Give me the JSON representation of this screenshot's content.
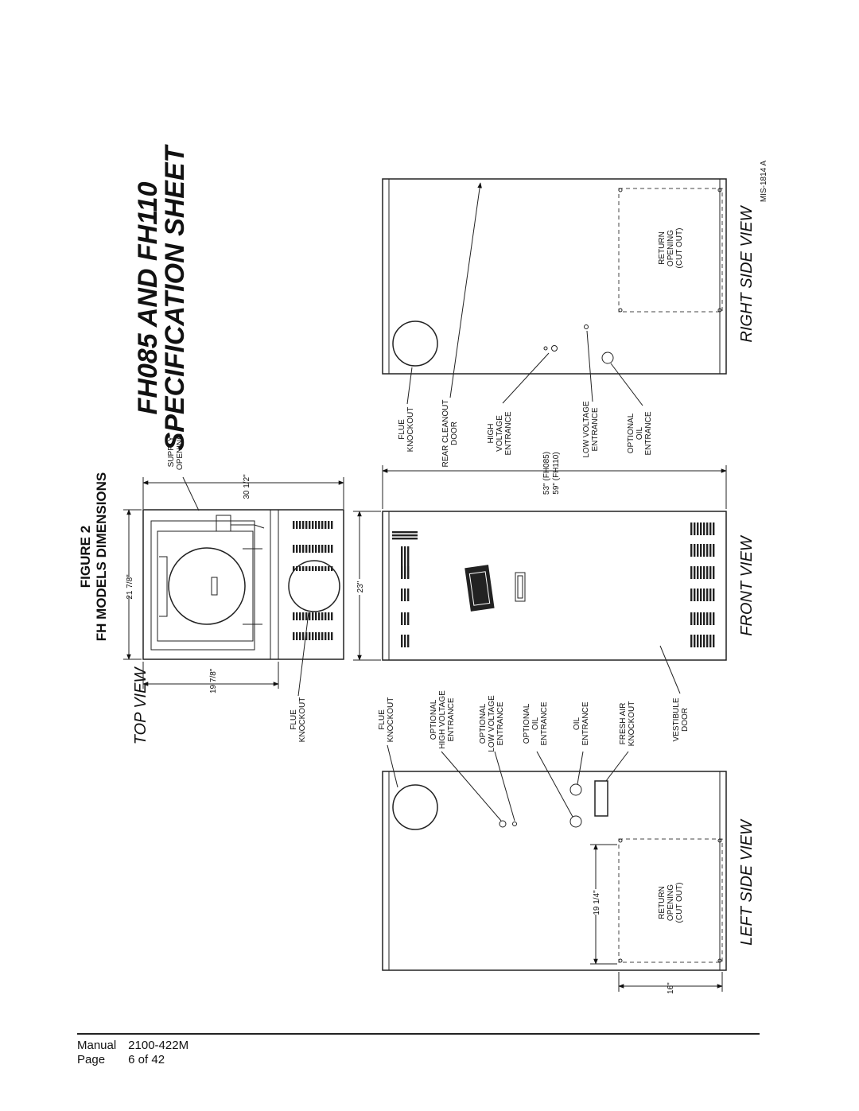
{
  "figure": {
    "number": "FIGURE  2",
    "subtitle": "FH MODELS DIMENSIONS"
  },
  "sheet_title": {
    "line1": "FH085 AND FH110",
    "line2": "SPECIFICATION SHEET"
  },
  "drawing_id": "MIS-1814 A",
  "views": {
    "top": "TOP VIEW",
    "front": "FRONT VIEW",
    "left": "LEFT SIDE VIEW",
    "right": "RIGHT SIDE VIEW"
  },
  "dimensions": {
    "top_depth": "21 7/8\"",
    "top_flue_offset": "19 7/8\"",
    "top_width": "30 1/2\"",
    "front_width": "23\"",
    "height_fh085": "53\" (FH085)",
    "height_fh110": "59\" (FH110)",
    "return_height": "19 1/4\"",
    "return_offset": "16\""
  },
  "callouts": {
    "supply_opening": [
      "SUPPLY",
      "OPENING"
    ],
    "top_flue_knockout": [
      "FLUE",
      "KNOCKOUT"
    ],
    "left_flue_knockout": [
      "FLUE",
      "KNOCKOUT"
    ],
    "opt_high_voltage": [
      "OPTIONAL",
      "HIGH VOLTAGE",
      "ENTRANCE"
    ],
    "opt_low_voltage": [
      "OPTIONAL",
      "LOW VOLTAGE",
      "ENTRANCE"
    ],
    "opt_oil_left": [
      "OPTIONAL",
      "OIL",
      "ENTRANCE"
    ],
    "oil_entrance": [
      "OIL",
      "ENTRANCE"
    ],
    "fresh_air": [
      "FRESH AIR",
      "KNOCKOUT"
    ],
    "vestibule": [
      "VESTIBULE",
      "DOOR"
    ],
    "right_flue_knockout": [
      "FLUE",
      "KNOCKOUT"
    ],
    "rear_cleanout": [
      "REAR CLEANOUT",
      "DOOR"
    ],
    "high_voltage": [
      "HIGH",
      "VOLTAGE",
      "ENTRANCE"
    ],
    "low_voltage": [
      "LOW VOLTAGE",
      "ENTRANCE"
    ],
    "opt_oil_right": [
      "OPTIONAL",
      "OIL",
      "ENTRANCE"
    ],
    "return_left": [
      "RETURN",
      "OPENING",
      "(CUT OUT)"
    ],
    "return_right": [
      "RETURN",
      "OPENING",
      "(CUT OUT)"
    ]
  },
  "footer": {
    "manual_label": "Manual",
    "manual_number": "2100-422M",
    "page_label": "Page",
    "page_value": "6 of 42"
  }
}
